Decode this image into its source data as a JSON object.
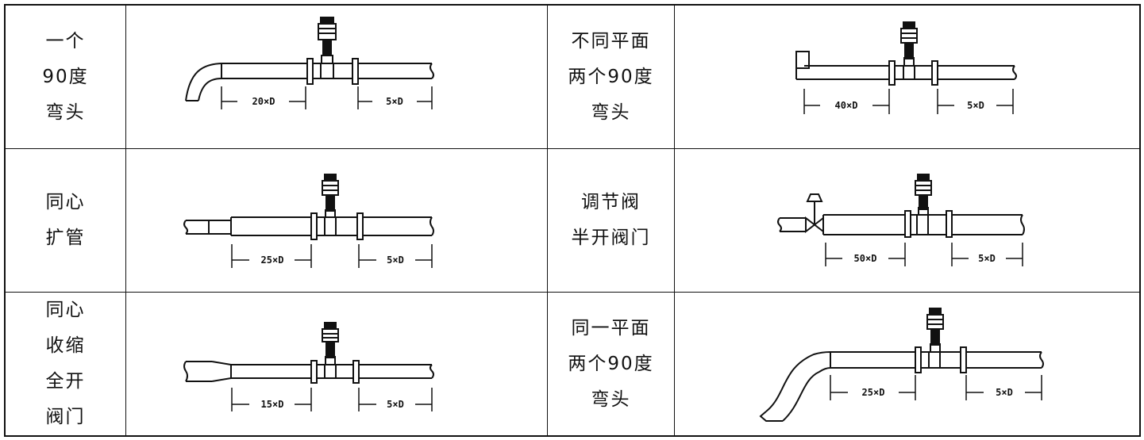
{
  "rows": [
    {
      "left_label": [
        "一个",
        "90度",
        "弯头"
      ],
      "left_upstream": "20×D",
      "left_downstream": "5×D",
      "right_label": [
        "不同平面",
        "两个90度",
        "弯头"
      ],
      "right_upstream": "40×D",
      "right_downstream": "5×D"
    },
    {
      "left_label": [
        "同心",
        "扩管"
      ],
      "left_upstream": "25×D",
      "left_downstream": "5×D",
      "right_label": [
        "调节阀",
        "半开阀门"
      ],
      "right_upstream": "50×D",
      "right_downstream": "5×D"
    },
    {
      "left_label": [
        "同心",
        "收缩",
        "全开",
        "阀门"
      ],
      "left_upstream": "15×D",
      "left_downstream": "5×D",
      "right_label": [
        "同一平面",
        "两个90度",
        "弯头"
      ],
      "right_upstream": "25×D",
      "right_downstream": "5×D"
    }
  ]
}
